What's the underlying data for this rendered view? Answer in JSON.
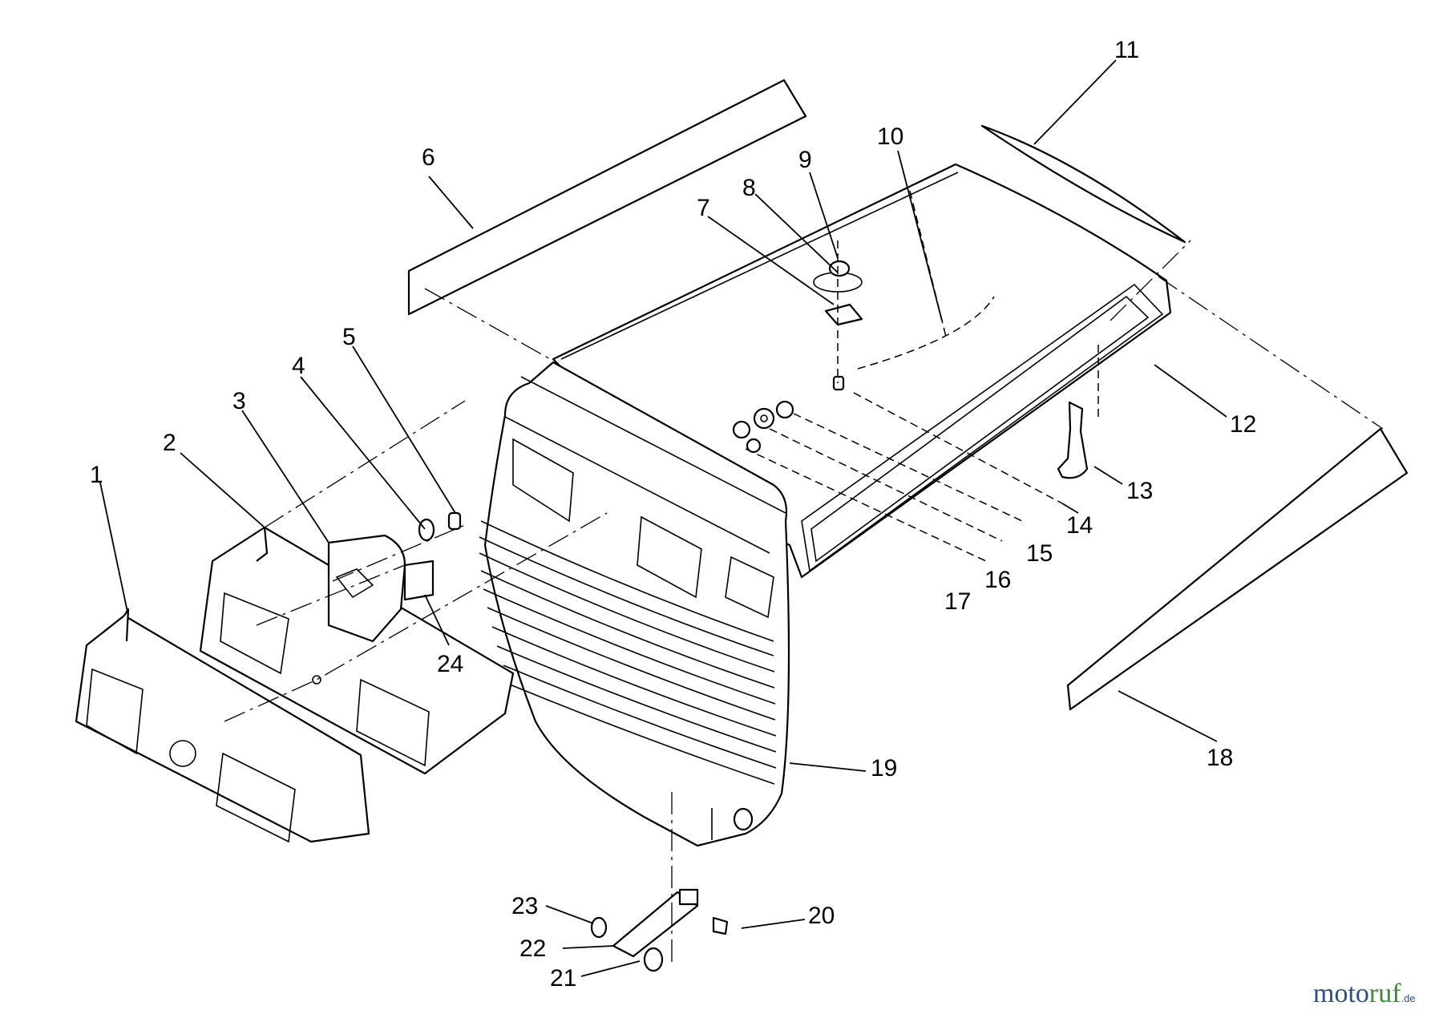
{
  "diagram": {
    "callouts": [
      "1",
      "2",
      "3",
      "4",
      "5",
      "6",
      "7",
      "8",
      "9",
      "10",
      "11",
      "12",
      "13",
      "14",
      "15",
      "16",
      "17",
      "18",
      "19",
      "20",
      "21",
      "22",
      "23",
      "24"
    ]
  },
  "watermark": {
    "part1": "moto",
    "part2": "ruf",
    "tld": ".de",
    "colors": {
      "primary": "#2d4f86",
      "secondary": "#3a8a3a"
    }
  }
}
